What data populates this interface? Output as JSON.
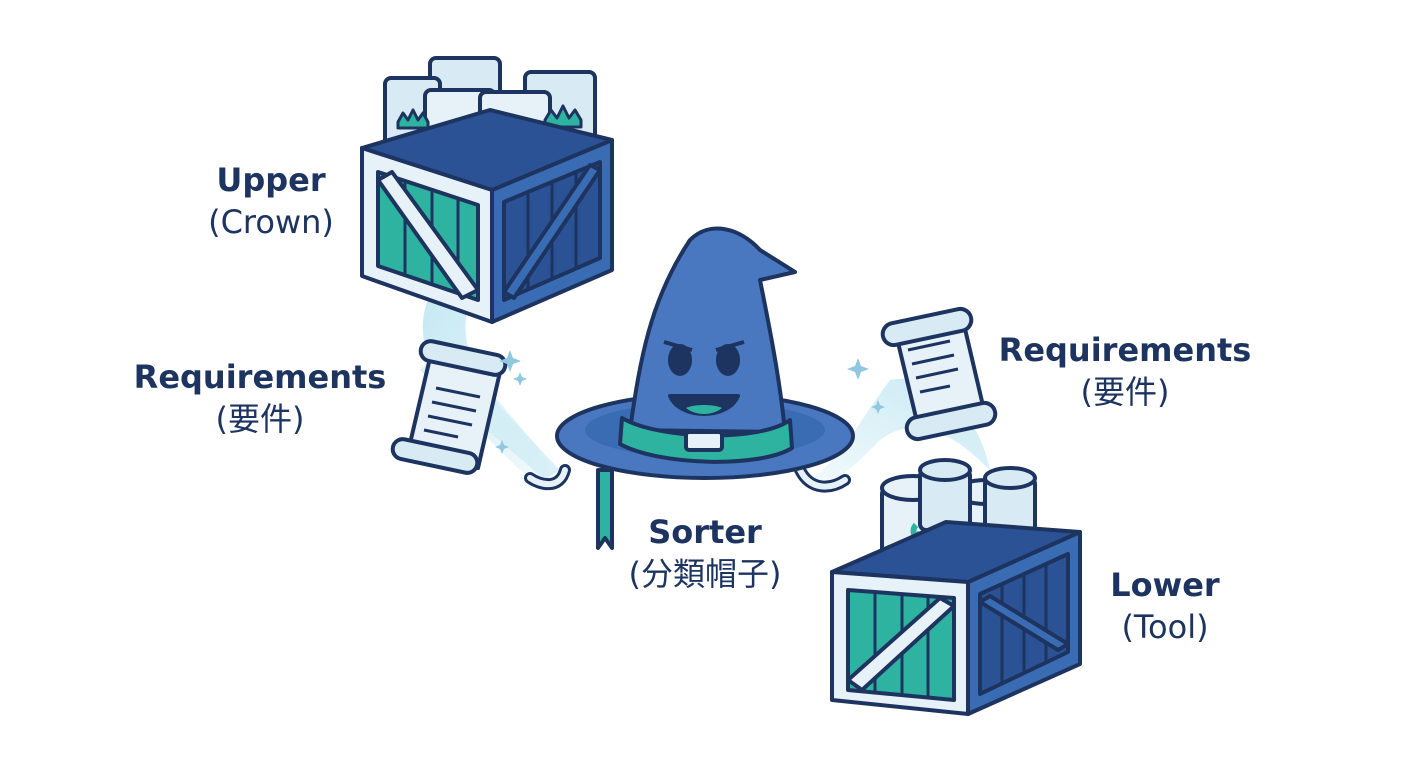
{
  "diagram": {
    "upper_box": {
      "line1": "Upper",
      "line2": "(Crown)"
    },
    "lower_box": {
      "line1": "Lower",
      "line2": "(Tool)"
    },
    "requirements_left": {
      "line1": "Requirements",
      "line2": "(要件)"
    },
    "requirements_right": {
      "line1": "Requirements",
      "line2": "(要件)"
    },
    "sorter": {
      "line1": "Sorter",
      "line2": "(分類帽子)"
    }
  },
  "colors": {
    "outline": "#1e3460",
    "crate_blue": "#3a6cb4",
    "crate_dark": "#2b5294",
    "teal": "#2db3a0",
    "scroll_fill": "#e6f1f8",
    "glow": "#bfe6f2",
    "hat_blue": "#4a78c0",
    "label_text": "#1e3460"
  }
}
